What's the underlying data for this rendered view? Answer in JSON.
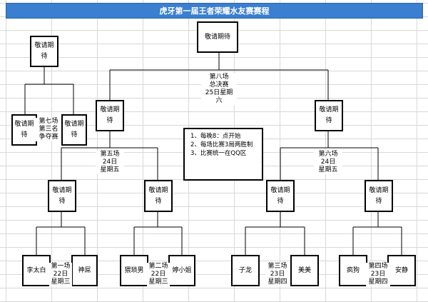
{
  "title": "虎牙第一届王者荣耀水友赛赛程",
  "pending": "敬请期待",
  "players": [
    "李太白",
    "神屌",
    "猥琐男",
    "婷小姐",
    "子龙",
    "美美",
    "疯狗",
    "安静"
  ],
  "matches": {
    "m1": "第一场\n22日\n星期三",
    "m2": "第二场\n22日\n星期三",
    "m3": "第三场\n23日\n星期四",
    "m4": "第四场\n23日\n星期四",
    "m5": "第五场\n24日\n星期五",
    "m6": "第六场\n24日\n星期五",
    "m7": "第七场\n第三名\n争夺赛",
    "m8": "第八场\n总决赛\n25日星期\n六"
  },
  "rules": [
    "1、每晚8：点开始",
    "2、每场比赛3局两胜制",
    "3、比赛统一在QQ区"
  ]
}
